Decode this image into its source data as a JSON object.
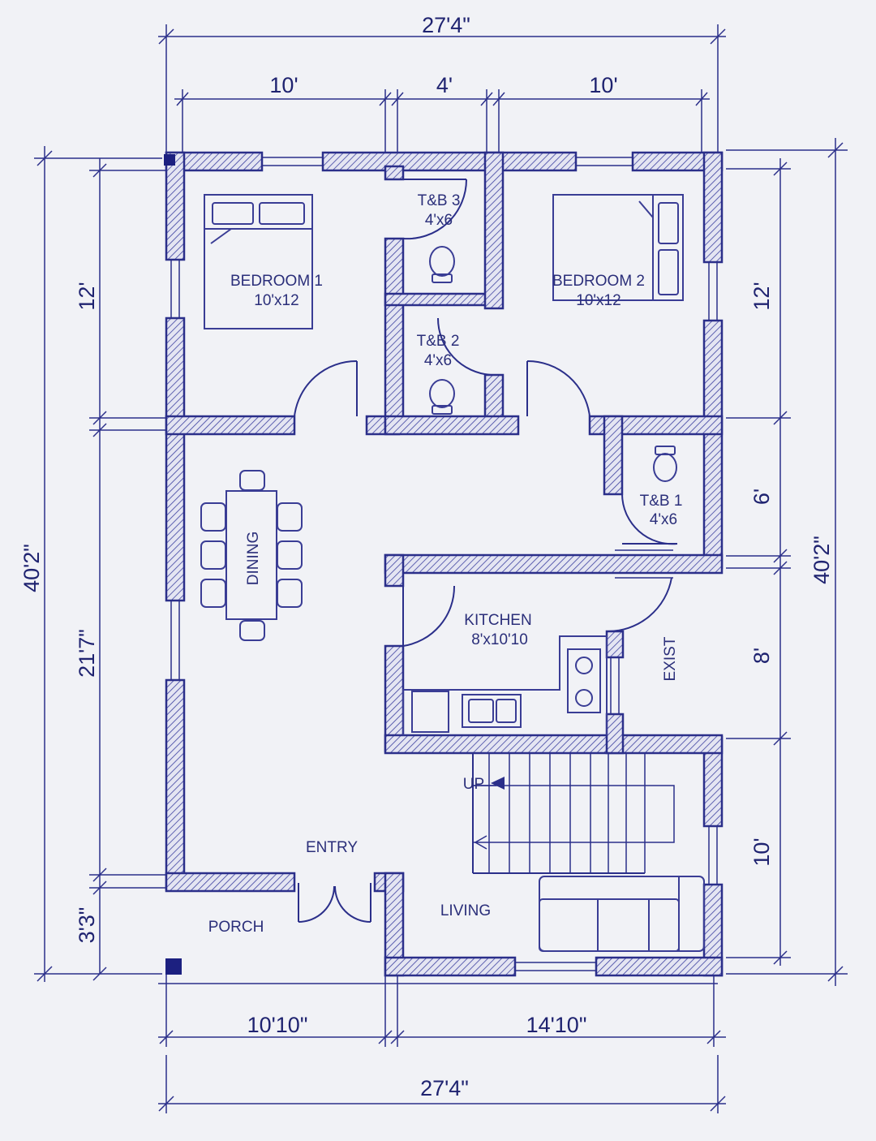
{
  "dimensions": {
    "top_total": "27'4\"",
    "top_left": "10'",
    "top_mid": "4'",
    "top_right": "10'",
    "bottom_left": "10'10\"",
    "bottom_right": "14'10\"",
    "bottom_total": "27'4\"",
    "left_total": "40'2\"",
    "left_upper": "12'",
    "left_middle": "21'7\"",
    "left_lower": "3'3\"",
    "right_total": "40'2\"",
    "right_1": "12'",
    "right_2": "6'",
    "right_3": "8'",
    "right_4": "10'"
  },
  "rooms": {
    "bedroom1_name": "BEDROOM 1",
    "bedroom1_size": "10'x12",
    "bedroom2_name": "BEDROOM 2",
    "bedroom2_size": "10'x12",
    "tb3_name": "T&B 3",
    "tb3_size": "4'x6",
    "tb2_name": "T&B 2",
    "tb2_size": "4'x6",
    "tb1_name": "T&B 1",
    "tb1_size": "4'x6",
    "dining": "DINING",
    "kitchen_name": "KITCHEN",
    "kitchen_size": "8'x10'10",
    "exist": "EXIST",
    "up": "UP",
    "entry": "ENTRY",
    "living": "LIVING",
    "porch": "PORCH"
  },
  "colors": {
    "ink": "#2b2f8a",
    "paper": "#f1f2f6"
  }
}
